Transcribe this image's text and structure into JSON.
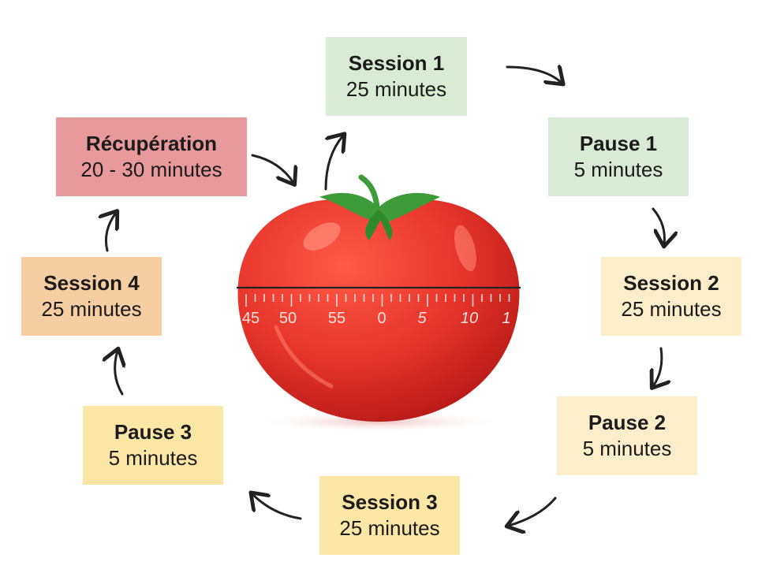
{
  "steps": [
    {
      "id": "session-1",
      "title": "Session 1",
      "duration": "25 minutes",
      "color": "#d9ebd4"
    },
    {
      "id": "pause-1",
      "title": "Pause 1",
      "duration": "5 minutes",
      "color": "#d9ebd4"
    },
    {
      "id": "session-2",
      "title": "Session 2",
      "duration": "25 minutes",
      "color": "#fbeec9"
    },
    {
      "id": "pause-2",
      "title": "Pause 2",
      "duration": "5 minutes",
      "color": "#fbeec9"
    },
    {
      "id": "session-3",
      "title": "Session 3",
      "duration": "25 minutes",
      "color": "#fbe6a6"
    },
    {
      "id": "pause-3",
      "title": "Pause 3",
      "duration": "5 minutes",
      "color": "#fbe6a6"
    },
    {
      "id": "session-4",
      "title": "Session 4",
      "duration": "25 minutes",
      "color": "#f7cda2"
    },
    {
      "id": "recuperation",
      "title": "Récupération",
      "duration": "20 - 30 minutes",
      "color": "#e8999c"
    }
  ],
  "timer_scale": {
    "labels": [
      "45",
      "50",
      "55",
      "0",
      "5",
      "10",
      "1"
    ]
  },
  "colors": {
    "tomato": "#e8352c",
    "tomato_dark": "#c4201c",
    "leaf": "#3d9b3a",
    "arrow": "#222222"
  }
}
